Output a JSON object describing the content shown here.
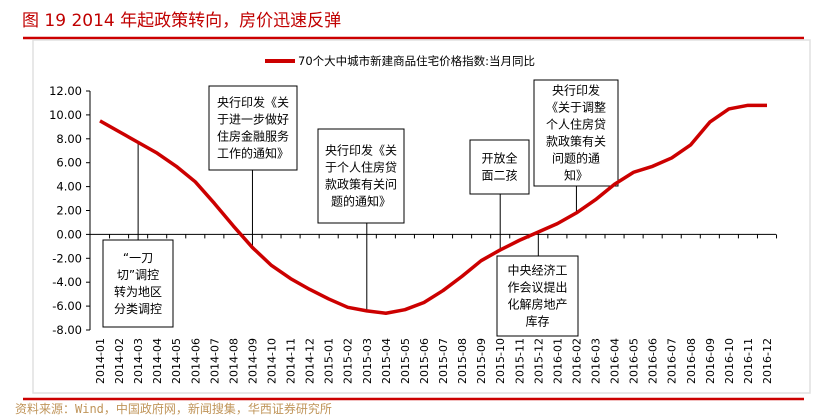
{
  "title": "图 19 2014 年起政策转向，房价迅速反弹",
  "source": "资料来源：Wind，中国政府网，新闻搜集，华西证券研究所",
  "colors": {
    "accent": "#cc0000",
    "series": "#cc0000",
    "source_text": "#c0955a"
  },
  "chart_data": {
    "type": "line",
    "title": "图 19 2014 年起政策转向，房价迅速反弹",
    "xlabel": "",
    "ylabel": "",
    "ylim": [
      -8,
      12
    ],
    "yticks": [
      "12.00",
      "10.00",
      "8.00",
      "6.00",
      "4.00",
      "2.00",
      "0.00",
      "-2.00",
      "-4.00",
      "-6.00",
      "-8.00"
    ],
    "legend_position": "top-center",
    "categories": [
      "2014-01",
      "2014-02",
      "2014-03",
      "2014-04",
      "2014-05",
      "2014-06",
      "2014-07",
      "2014-08",
      "2014-09",
      "2014-10",
      "2014-11",
      "2014-12",
      "2015-01",
      "2015-02",
      "2015-03",
      "2015-04",
      "2015-05",
      "2015-06",
      "2015-07",
      "2015-08",
      "2015-09",
      "2015-10",
      "2015-11",
      "2015-12",
      "2016-01",
      "2016-02",
      "2016-03",
      "2016-04",
      "2016-05",
      "2016-06",
      "2016-07",
      "2016-08",
      "2016-09",
      "2016-10",
      "2016-11",
      "2016-12"
    ],
    "series": [
      {
        "name": "70个大中城市新建商品住宅价格指数:当月同比",
        "values": [
          9.5,
          8.6,
          7.7,
          6.8,
          5.7,
          4.4,
          2.6,
          0.7,
          -1.1,
          -2.6,
          -3.7,
          -4.6,
          -5.4,
          -6.1,
          -6.4,
          -6.6,
          -6.3,
          -5.7,
          -4.7,
          -3.5,
          -2.2,
          -1.3,
          -0.5,
          0.2,
          0.9,
          1.8,
          2.9,
          4.2,
          5.2,
          5.7,
          6.4,
          7.5,
          9.4,
          10.5,
          10.8,
          10.8
        ]
      }
    ],
    "annotations": [
      {
        "month": "2014-03",
        "position": "below",
        "lines": [
          "“一刀",
          "切”调控",
          "转为地区",
          "分类调控"
        ]
      },
      {
        "month": "2014-09",
        "position": "above",
        "lines": [
          "央行印发《关",
          "于进一步做好",
          "住房金融服务",
          "工作的通知》"
        ]
      },
      {
        "month": "2015-03",
        "position": "above",
        "lines": [
          "央行印发《关",
          "于个人住房贷",
          "款政策有关问",
          "题的通知》"
        ]
      },
      {
        "month": "2015-10",
        "position": "above",
        "lines": [
          "开放全",
          "面二孩"
        ]
      },
      {
        "month": "2015-12",
        "position": "below",
        "lines": [
          "中央经济工",
          "作会议提出",
          "化解房地产",
          "库存"
        ]
      },
      {
        "month": "2016-02",
        "position": "above",
        "lines": [
          "央行印发",
          "《关于调整",
          "个人住房贷",
          "款政策有关",
          "问题的通",
          "知》"
        ]
      }
    ]
  }
}
